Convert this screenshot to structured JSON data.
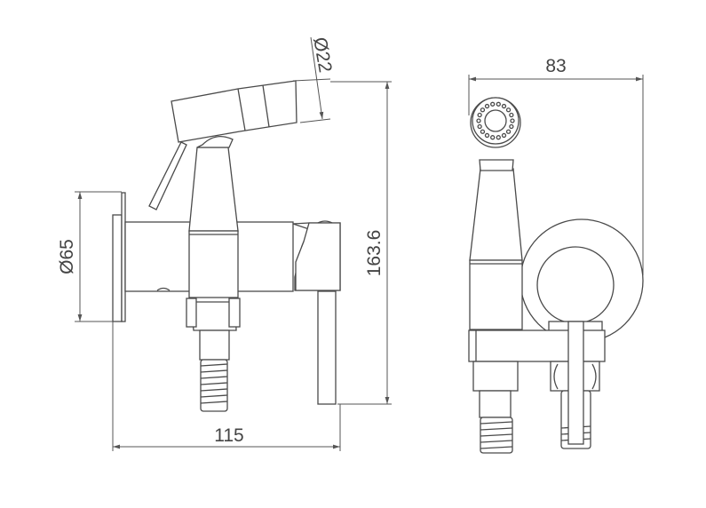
{
  "drawing": {
    "title": "Bidet sprayer with wall valve - technical drawing",
    "dimensions": {
      "spray_head_diameter": "Ø22",
      "flange_diameter": "Ø65",
      "total_height": "163.6",
      "total_depth": "115",
      "total_width": "83"
    },
    "line_color": "#4a4a4a"
  }
}
